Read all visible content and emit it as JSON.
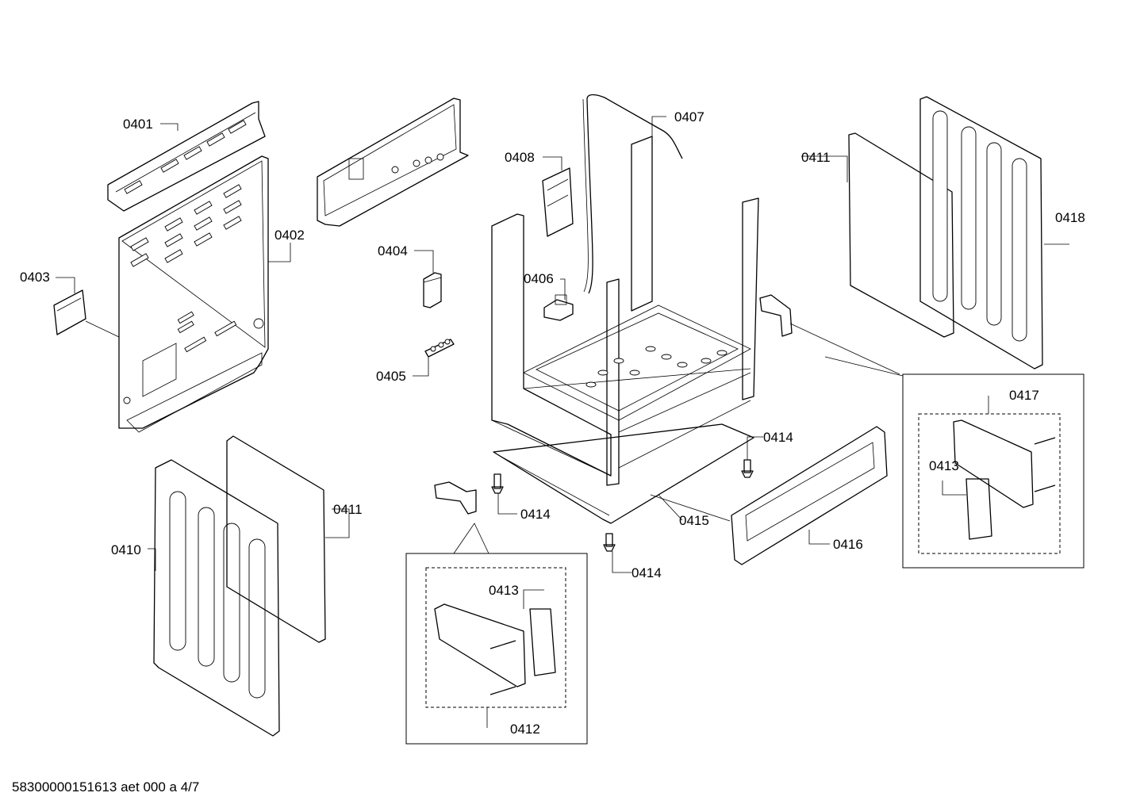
{
  "labels": {
    "p0401": "0401",
    "p0402": "0402",
    "p0403": "0403",
    "p0404": "0404",
    "p0405": "0405",
    "p0406": "0406",
    "p0407": "0407",
    "p0408": "0408",
    "p0410": "0410",
    "p0411_left": "0411",
    "p0411_right": "0411",
    "p0412": "0412",
    "p0413_box": "0413",
    "p0413_right": "0413",
    "p0414_a": "0414",
    "p0414_b": "0414",
    "p0414_c": "0414",
    "p0415": "0415",
    "p0416": "0416",
    "p0417": "0417",
    "p0418": "0418"
  },
  "footer": "58300000151613 aet 000 a 4/7"
}
